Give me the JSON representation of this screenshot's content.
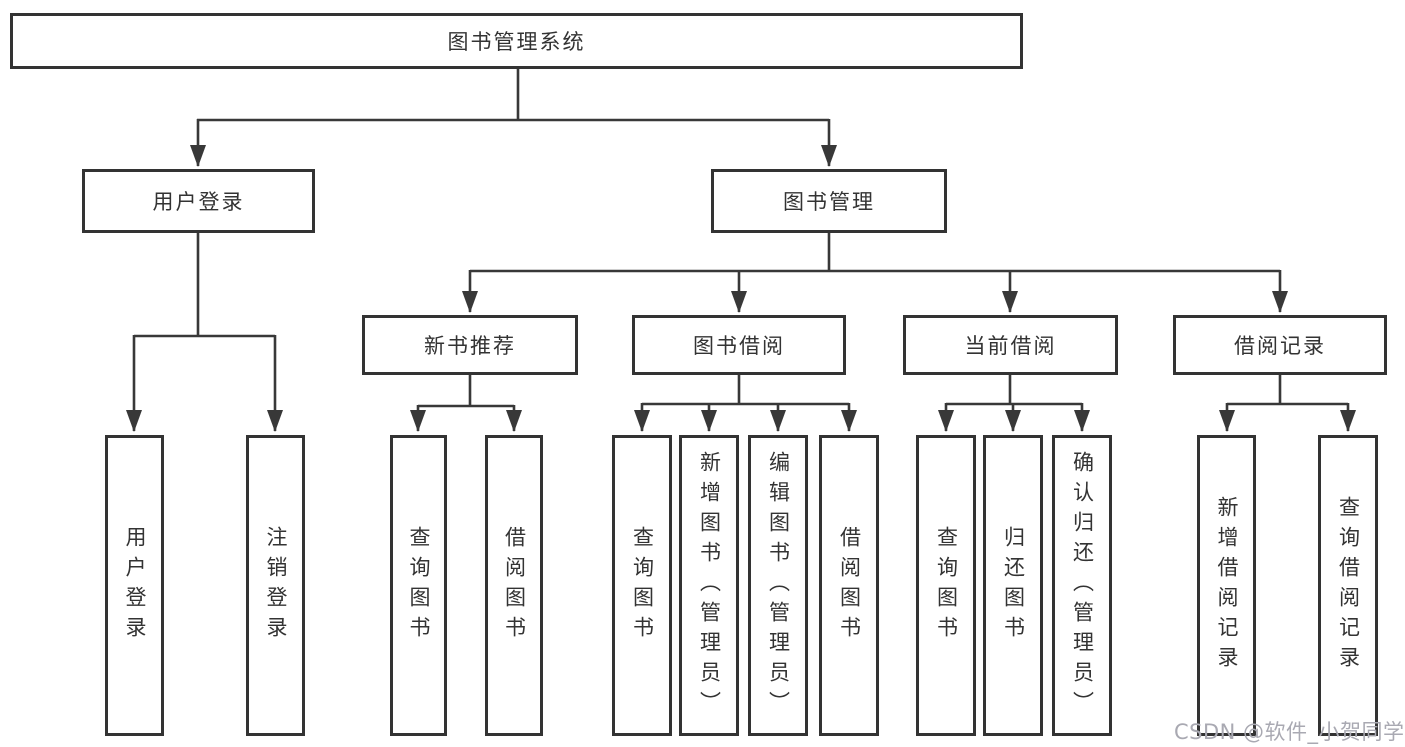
{
  "diagram_type": "hierarchy-chart",
  "colors": {
    "background": "#ffffff",
    "box_border": "#333333",
    "connector_line": "#383838",
    "text": "#333333",
    "watermark": "#a9a9b2"
  },
  "tree": {
    "label": "图书管理系统",
    "children": [
      {
        "label": "用户登录",
        "children": [
          {
            "label": "用户登录"
          },
          {
            "label": "注销登录"
          }
        ]
      },
      {
        "label": "图书管理",
        "children": [
          {
            "label": "新书推荐",
            "children": [
              {
                "label": "查询图书"
              },
              {
                "label": "借阅图书"
              }
            ]
          },
          {
            "label": "图书借阅",
            "children": [
              {
                "label": "查询图书"
              },
              {
                "label": "新增图书（管理员）"
              },
              {
                "label": "编辑图书（管理员）"
              },
              {
                "label": "借阅图书"
              }
            ]
          },
          {
            "label": "当前借阅",
            "children": [
              {
                "label": "查询图书"
              },
              {
                "label": "归还图书"
              },
              {
                "label": "确认归还（管理员）"
              }
            ]
          },
          {
            "label": "借阅记录",
            "children": [
              {
                "label": "新增借阅记录"
              },
              {
                "label": "查询借阅记录"
              }
            ]
          }
        ]
      }
    ]
  },
  "watermark": {
    "text": "CSDN @软件_小贺同学"
  }
}
